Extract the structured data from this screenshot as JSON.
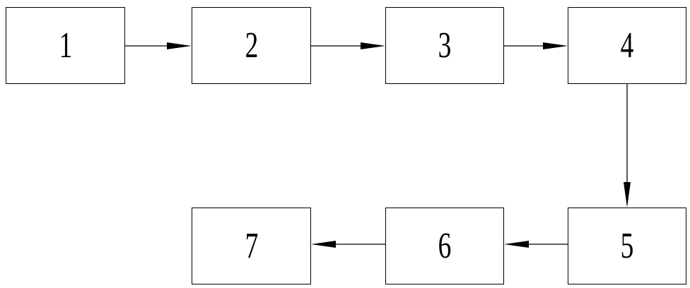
{
  "diagram": {
    "boxes": [
      {
        "id": "b1",
        "label": "1"
      },
      {
        "id": "b2",
        "label": "2"
      },
      {
        "id": "b3",
        "label": "3"
      },
      {
        "id": "b4",
        "label": "4"
      },
      {
        "id": "b5",
        "label": "5"
      },
      {
        "id": "b6",
        "label": "6"
      },
      {
        "id": "b7",
        "label": "7"
      }
    ],
    "edges": [
      {
        "from": "1",
        "to": "2"
      },
      {
        "from": "2",
        "to": "3"
      },
      {
        "from": "3",
        "to": "4"
      },
      {
        "from": "4",
        "to": "5"
      },
      {
        "from": "5",
        "to": "6"
      },
      {
        "from": "6",
        "to": "7"
      }
    ],
    "colors": {
      "stroke": "#000000",
      "background": "#ffffff"
    }
  }
}
